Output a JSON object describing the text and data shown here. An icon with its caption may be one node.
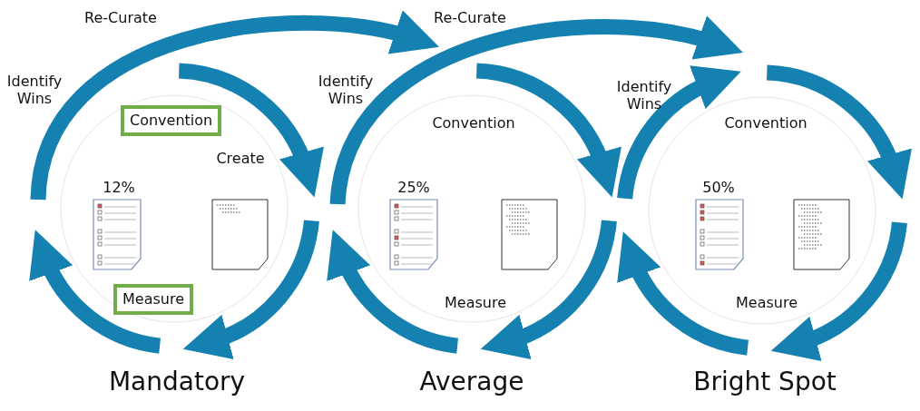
{
  "diagram": {
    "nodes": [
      {
        "text": [
          "Convention"
        ]
      },
      {
        "text": [
          "Measure"
        ]
      }
    ],
    "labels": [
      "Re-Curate",
      "Re-Curate",
      "Identify Wins",
      "Identify Wins",
      "Identify Wins",
      "Convention",
      "Create",
      "Convention",
      "12%",
      "25%",
      "50%",
      "Measure",
      "Measure",
      "Mandatory",
      "Average",
      "Bright Spot"
    ]
  }
}
